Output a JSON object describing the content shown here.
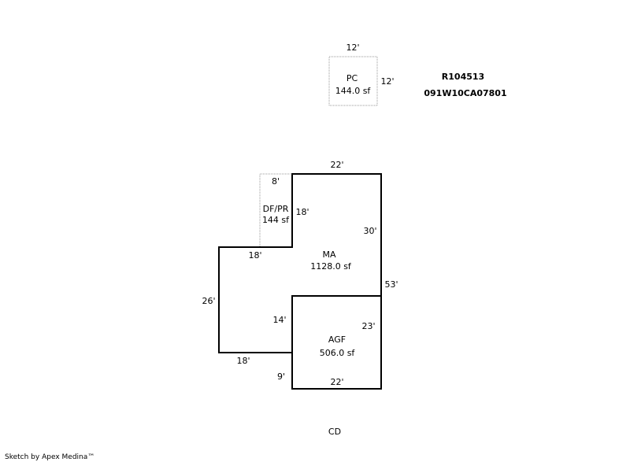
{
  "parcel": {
    "account_id": "R104513",
    "map_tax_lot": "091W10CA07801"
  },
  "areas": {
    "pc": {
      "code": "PC",
      "area": "144.0 sf",
      "dims": {
        "top": "12'",
        "right": "12'"
      }
    },
    "dfpr": {
      "code": "DF/PR",
      "area": "144 sf",
      "dims": {
        "top": "8'",
        "right": "18'"
      }
    },
    "ma": {
      "code": "MA",
      "area": "1128.0 sf",
      "dims": {
        "top": "22'",
        "right_upper": "30'",
        "right_full": "53'",
        "step": "18'",
        "left": "26'",
        "bottom": "18'",
        "inner_left": "14'",
        "inner_small": "9'"
      }
    },
    "agf": {
      "code": "AGF",
      "area": "506.0 sf",
      "dims": {
        "right": "23'",
        "bottom": "22'"
      }
    }
  },
  "footer": {
    "code": "CD",
    "credit": "Sketch by Apex Medina™"
  },
  "colors": {
    "solid_line": "#000000",
    "dotted_line": "#999999"
  }
}
